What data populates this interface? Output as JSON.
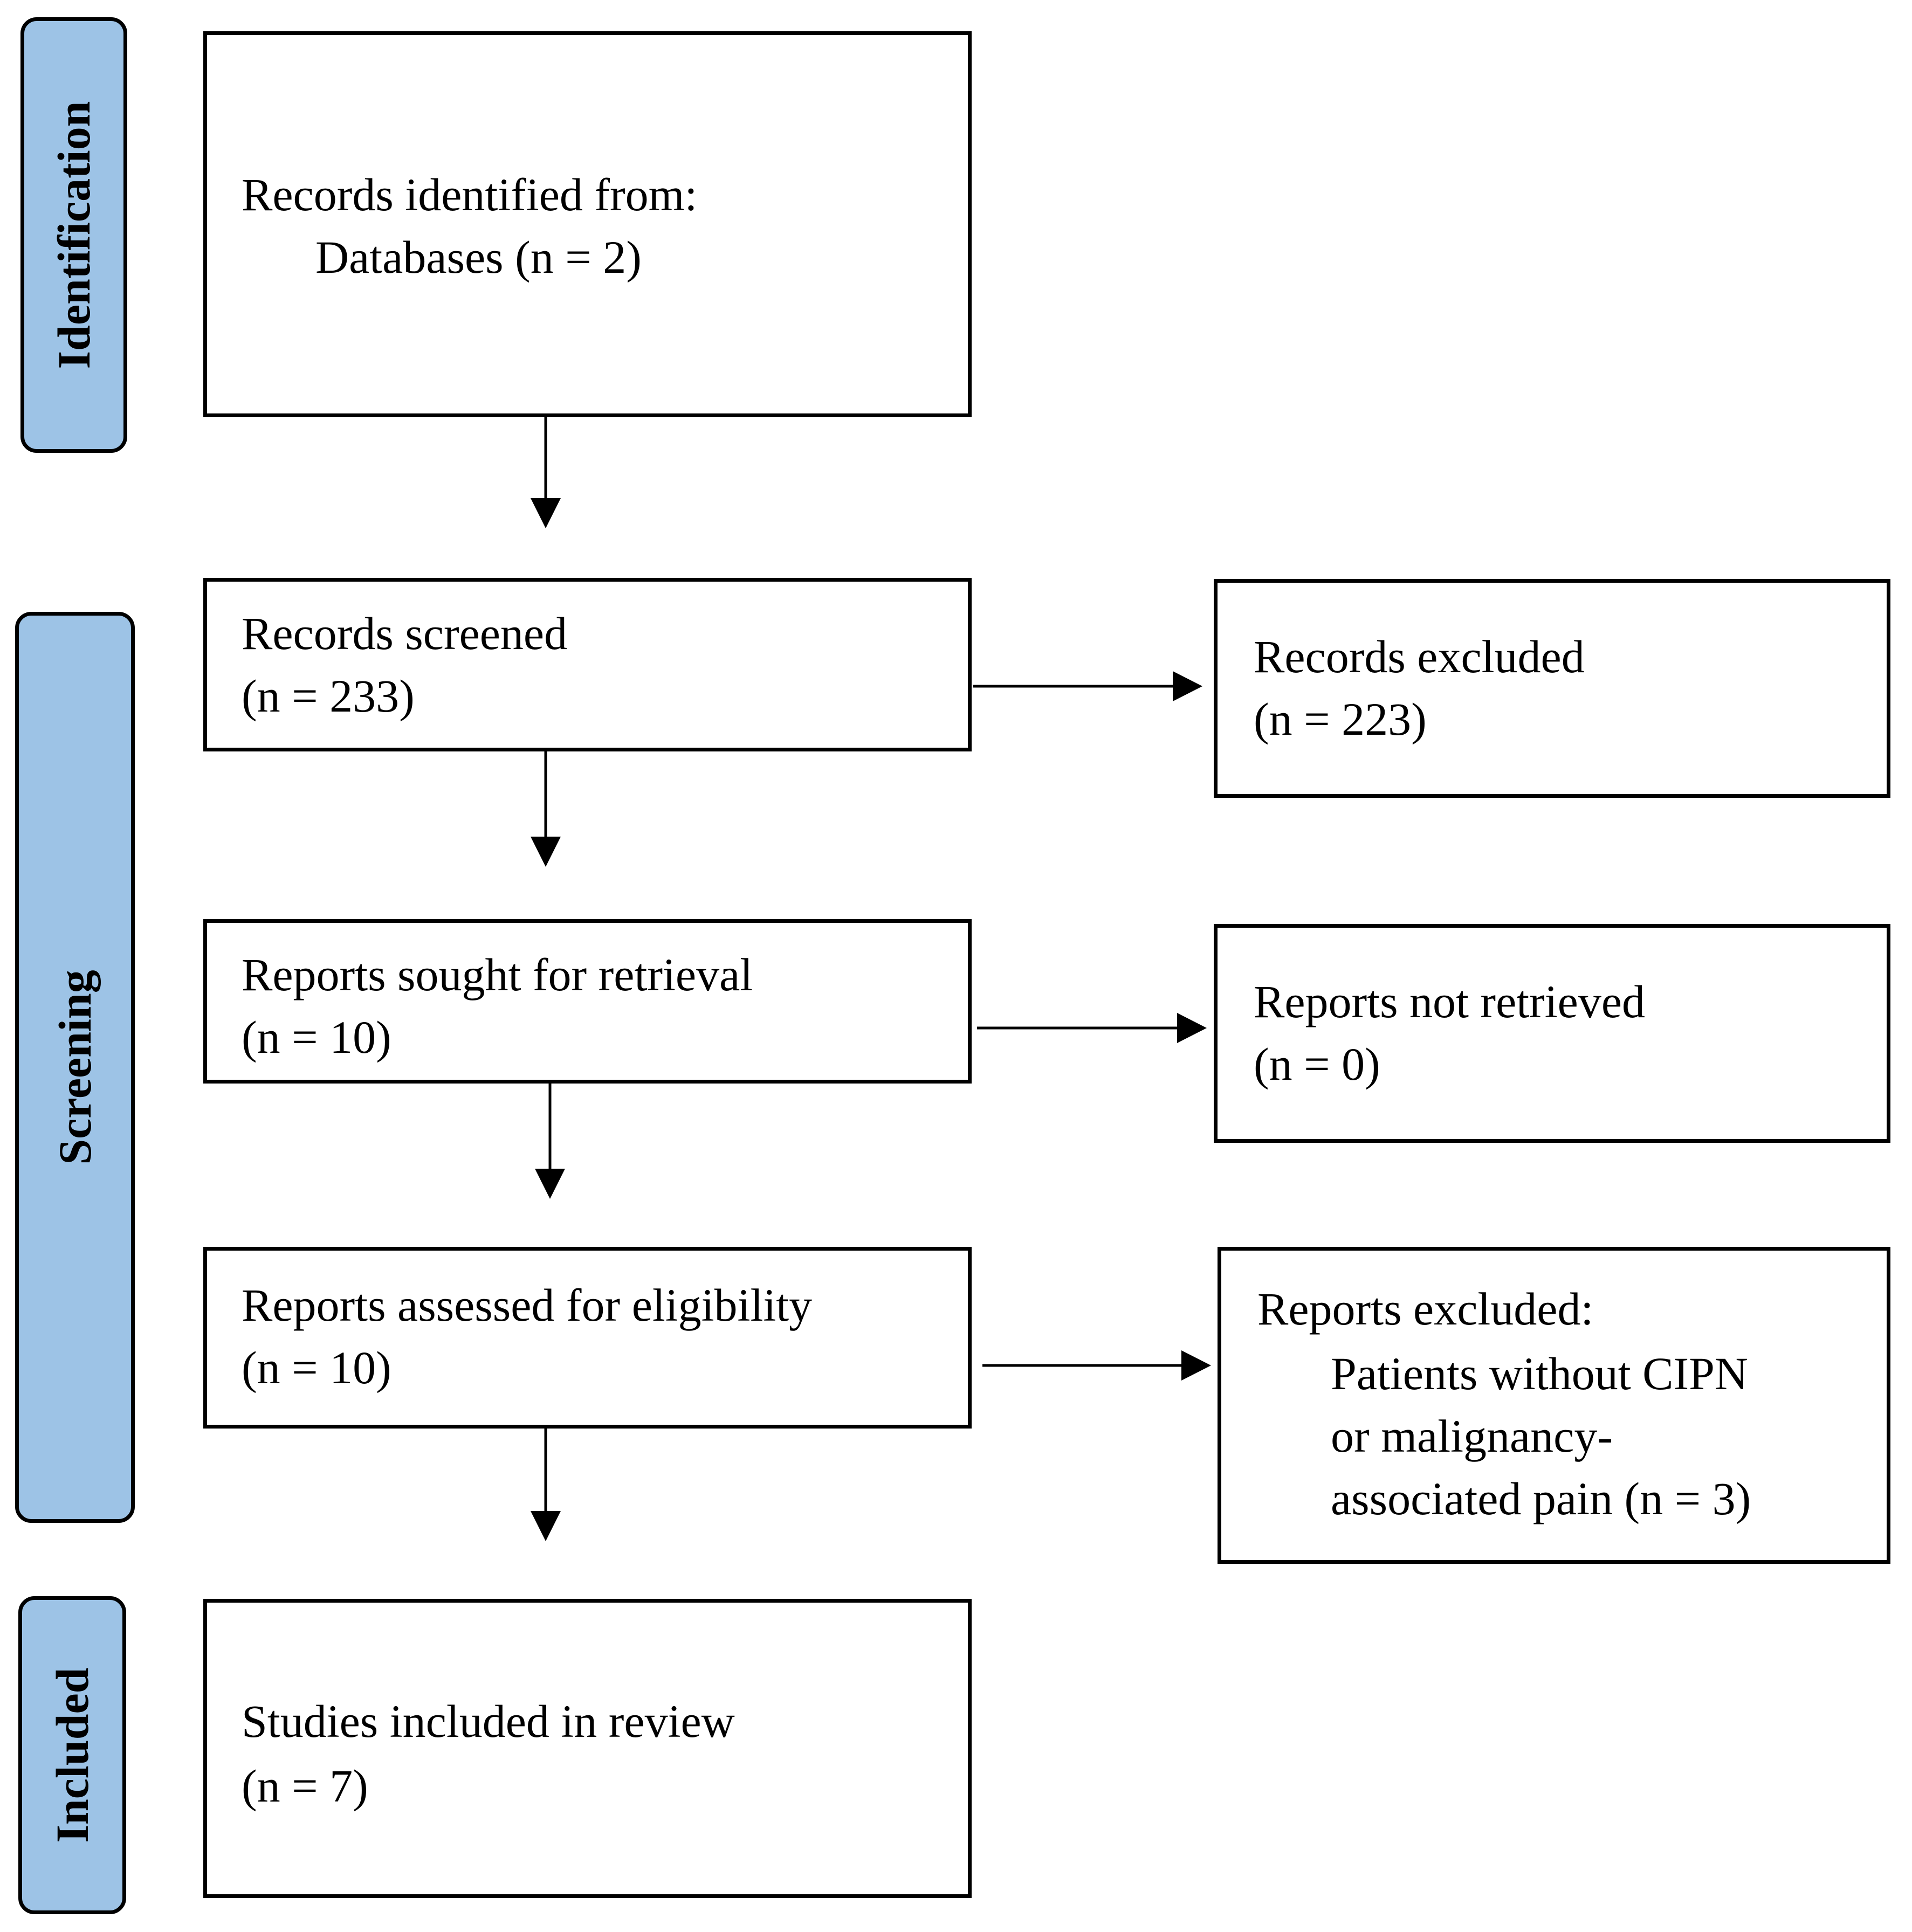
{
  "phases": {
    "identification": "Identification",
    "screening": "Screening",
    "included": "Included"
  },
  "boxes": {
    "identified": {
      "line1": "Records identified from:",
      "line2": "Databases (n = 2)"
    },
    "screened": {
      "line1": "Records screened",
      "line2": "(n = 233)"
    },
    "excluded": {
      "line1": "Records excluded",
      "line2": "(n = 223)"
    },
    "sought": {
      "line1": "Reports sought for retrieval",
      "line2": "(n = 10)"
    },
    "not_retrieved": {
      "line1": "Reports not retrieved",
      "line2": "(n = 0)"
    },
    "assessed": {
      "line1": "Reports assessed for eligibility",
      "line2": "(n = 10)"
    },
    "reports_excluded": {
      "line1": "Reports excluded:",
      "line2": "Patients without CIPN",
      "line3": "or malignancy-",
      "line4": "associated pain (n = 3)"
    },
    "included": {
      "line1": "Studies included in review",
      "line2": "(n = 7)"
    }
  },
  "colors": {
    "phase_fill": "#9dc3e6",
    "stroke": "#000000"
  }
}
